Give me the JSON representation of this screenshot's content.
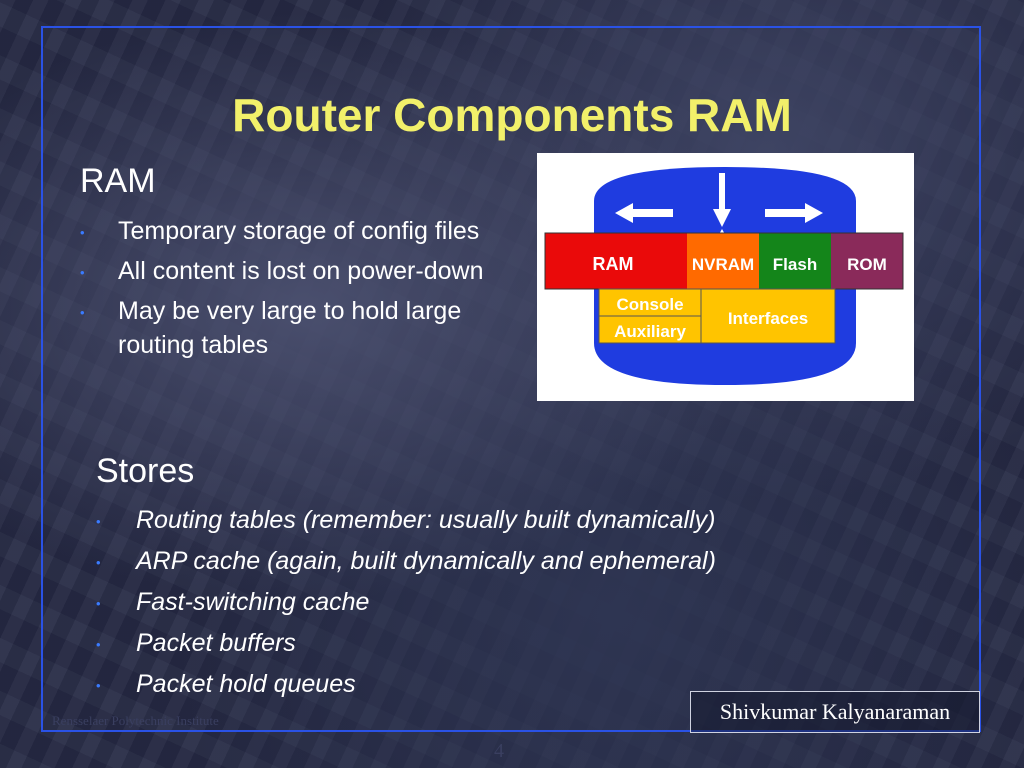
{
  "slide": {
    "title": "Router Components RAM",
    "ram_heading": "RAM",
    "ram_bullets": [
      "Temporary storage of config files",
      "All content is lost on power-down",
      "May be very large to hold large routing tables"
    ],
    "stores_heading": "Stores",
    "stores_bullets": [
      "Routing tables (remember: usually built dynamically)",
      "ARP cache (again, built dynamically and ephemeral)",
      "Fast-switching cache",
      "Packet buffers",
      "Packet hold queues"
    ],
    "bullet_glyph": "•"
  },
  "diagram": {
    "labels": {
      "ram": "RAM",
      "nvram": "NVRAM",
      "flash": "Flash",
      "rom": "ROM",
      "console": "Console",
      "auxiliary": "Auxiliary",
      "interfaces": "Interfaces"
    },
    "colors": {
      "body": "#1f3ce0",
      "ram": "#ea0a0a",
      "nvram": "#ff6a00",
      "flash": "#14851a",
      "rom": "#8a2a5a",
      "io": "#ffc400",
      "io_text": "#ffffff"
    }
  },
  "footer": {
    "institution": "Rensselaer Polytechnic Institute",
    "author": "Shivkumar Kalyanaraman",
    "page_number": "4"
  },
  "theme": {
    "title_color": "#f2f06a",
    "border_color": "#2a52e6",
    "bullet_color": "#3a7bff"
  }
}
